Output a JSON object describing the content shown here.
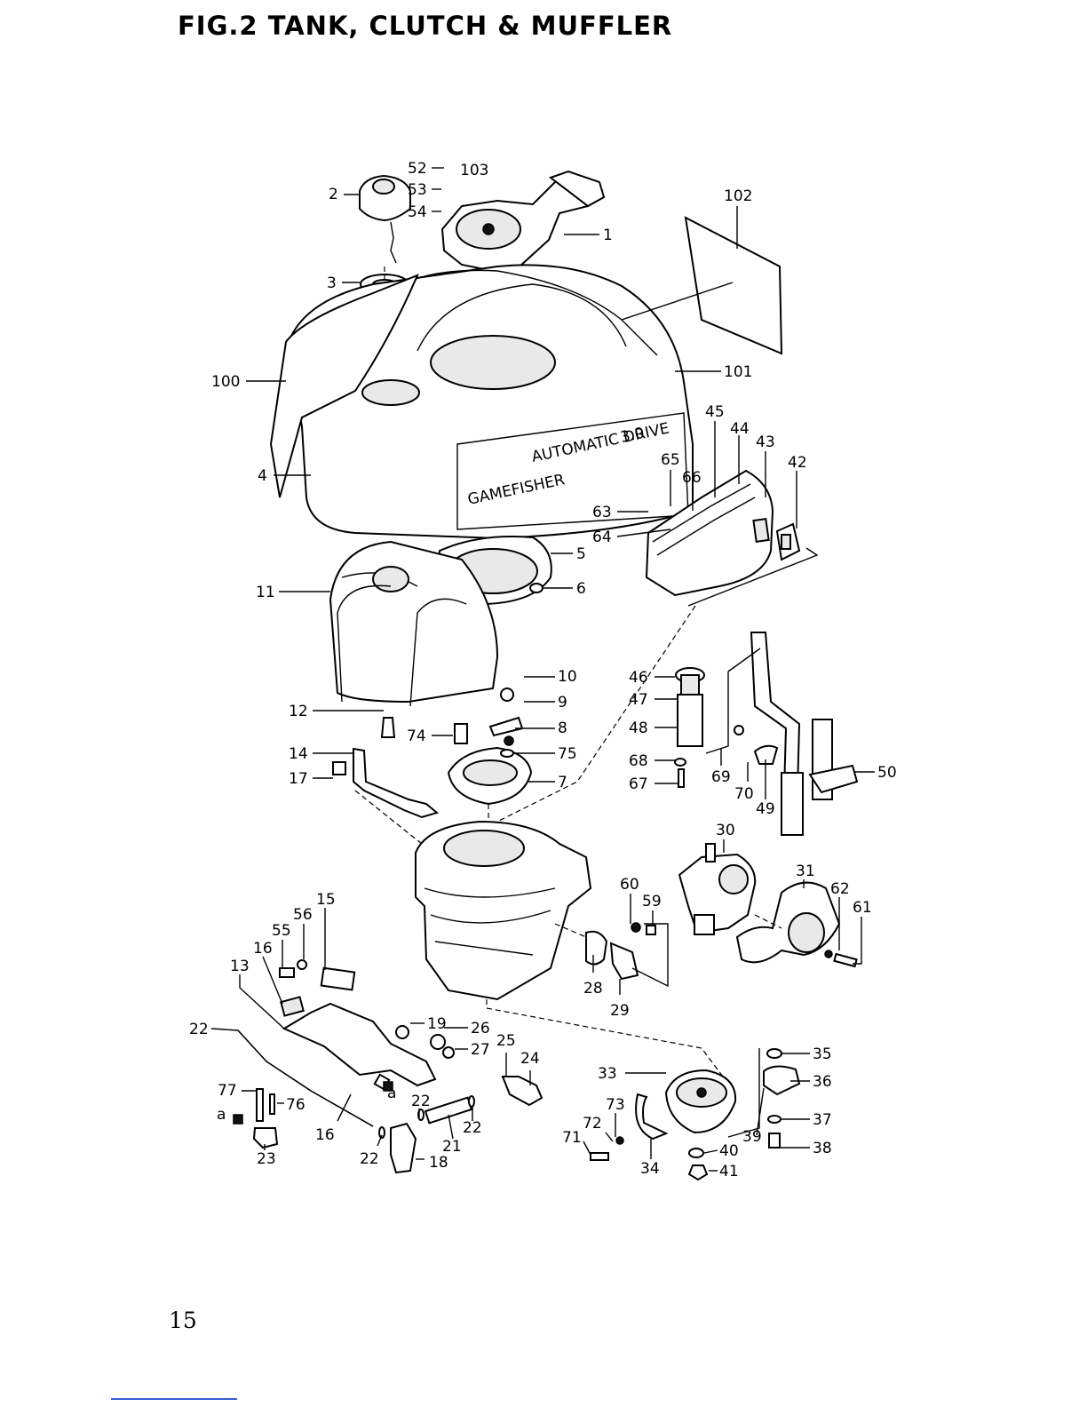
{
  "title": "FIG.2   TANK, CLUTCH & MUFFLER",
  "page_number": "15",
  "cover_decal": {
    "brand": "GAMEFISHER",
    "drive": "AUTOMATIC DRIVE",
    "model": "3.0"
  },
  "callouts": [
    "52",
    "103",
    "2",
    "53",
    "54",
    "102",
    "1",
    "3",
    "100",
    "101",
    "4",
    "45",
    "44",
    "43",
    "42",
    "65",
    "66",
    "63",
    "64",
    "5",
    "6",
    "11",
    "10",
    "9",
    "8",
    "75",
    "7",
    "12",
    "74",
    "14",
    "17",
    "46",
    "47",
    "48",
    "68",
    "67",
    "69",
    "70",
    "49",
    "50",
    "30",
    "31",
    "62",
    "61",
    "60",
    "59",
    "15",
    "56",
    "55",
    "16",
    "13",
    "28",
    "29",
    "22",
    "19",
    "26",
    "27",
    "25",
    "24",
    "35",
    "36",
    "33",
    "73",
    "72",
    "71",
    "34",
    "40",
    "41",
    "37",
    "38",
    "39",
    "77",
    "76",
    "a",
    "a",
    "16",
    "23",
    "22",
    "22",
    "21",
    "22",
    "18"
  ]
}
